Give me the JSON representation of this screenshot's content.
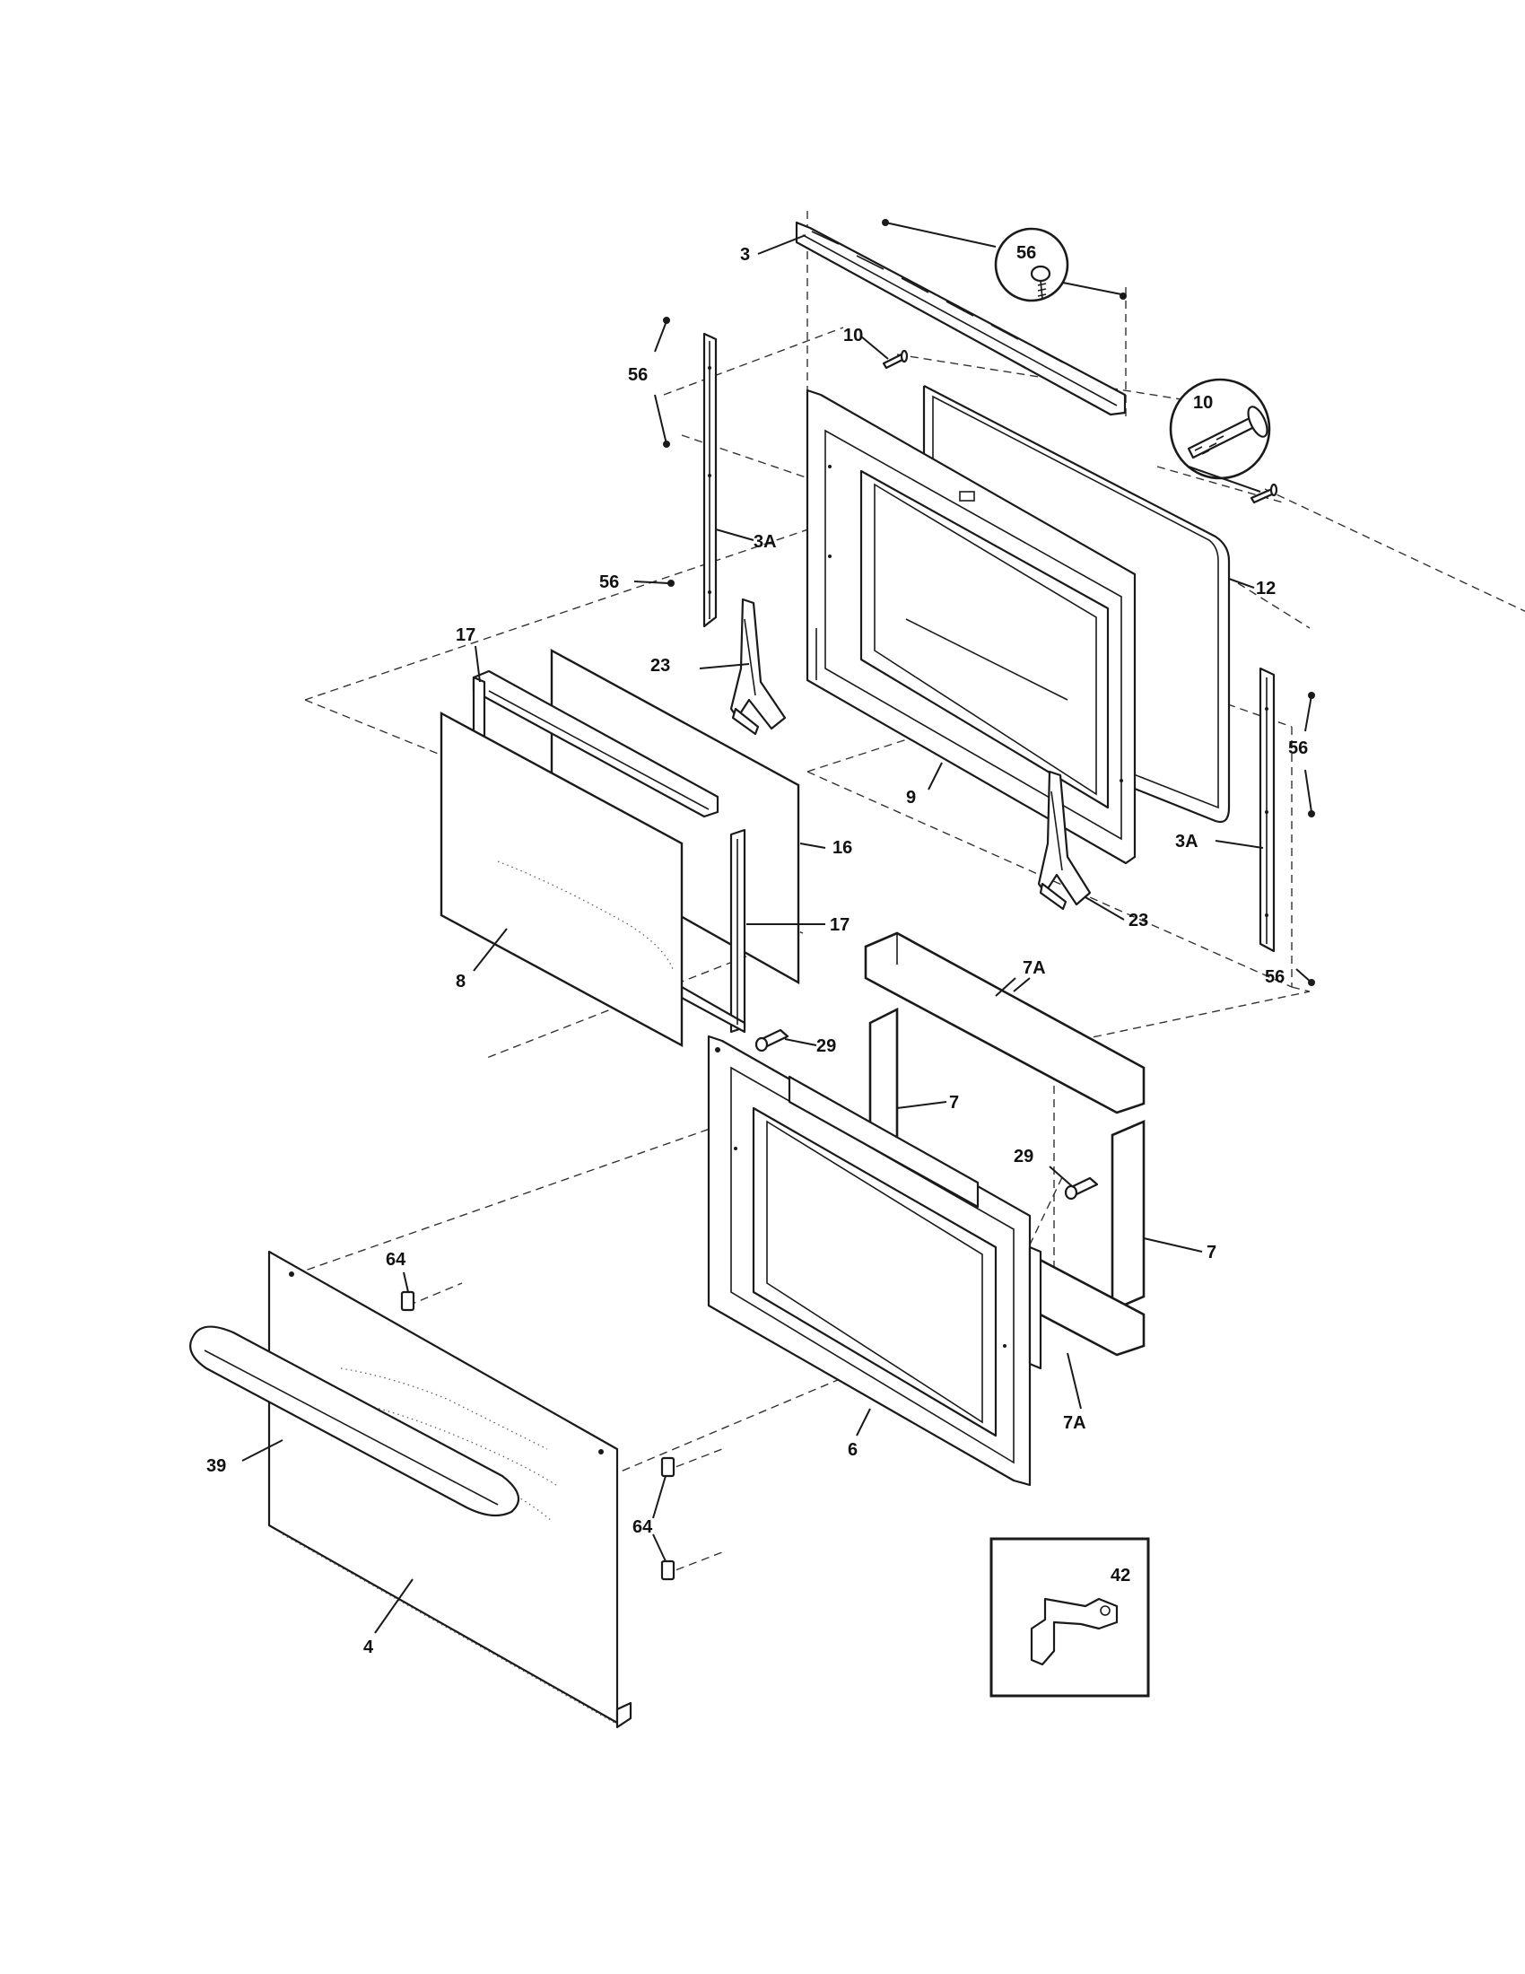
{
  "callouts": {
    "c3": "3",
    "c56_detail": "56",
    "c10_top": "10",
    "c56_left": "56",
    "c10_detail": "10",
    "c3A_left": "3A",
    "c56_mid": "56",
    "c12": "12",
    "c17_top": "17",
    "c23_left": "23",
    "c56_right": "56",
    "c9": "9",
    "c3A_right": "3A",
    "c16": "16",
    "c17_bottom": "17",
    "c23_right": "23",
    "c8": "8",
    "c7A_top": "7A",
    "c56_bottom": "56",
    "c29_left": "29",
    "c7_left": "7",
    "c29_right": "29",
    "c64_top": "64",
    "c7_right": "7",
    "c39": "39",
    "c6": "6",
    "c7A_bottom": "7A",
    "c64_bottom": "64",
    "c42": "42",
    "c4": "4"
  }
}
